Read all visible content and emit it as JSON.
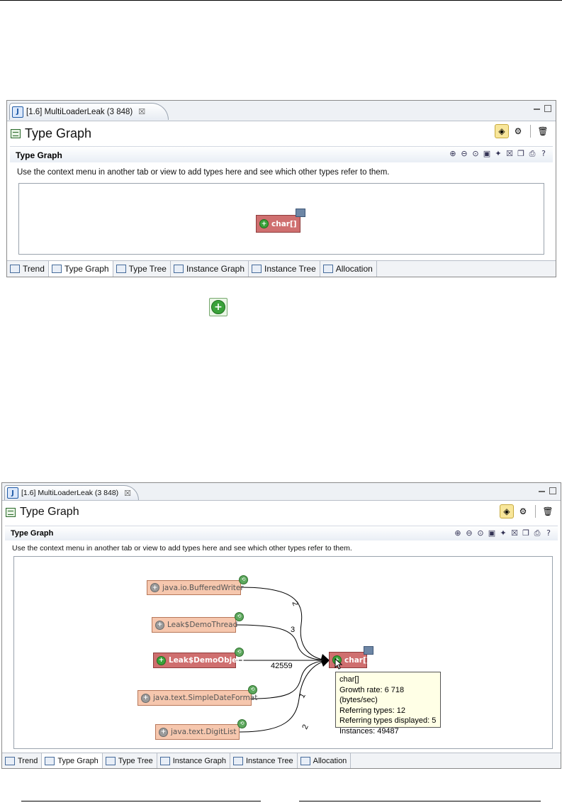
{
  "panel1": {
    "tab_title": "[1.6] MultiLoaderLeak (3 848)",
    "tab_close": "☒",
    "view_title": "Type Graph",
    "section_title": "Type Graph",
    "description": "Use the context menu in another tab or view to add types here and see which other types refer to them.",
    "node_label": "char[]",
    "bottom_tabs": [
      {
        "label": "Trend"
      },
      {
        "label": "Type Graph"
      },
      {
        "label": "Type Tree"
      },
      {
        "label": "Instance Graph"
      },
      {
        "label": "Instance Tree"
      },
      {
        "label": "Allocation"
      }
    ],
    "active_tab": "Type Graph"
  },
  "panel2": {
    "tab_title": "[1.6] MultiLoaderLeak (3 848)",
    "tab_close": "☒",
    "view_title": "Type Graph",
    "section_title": "Type Graph",
    "description": "Use the context menu in another tab or view to add types here and see which other types refer to them.",
    "target_node": "char[]",
    "referrers": [
      {
        "label": "java.io.BufferedWriter",
        "count": "2"
      },
      {
        "label": "Leak$DemoThread",
        "count": "3"
      },
      {
        "label": "Leak$DemoObject",
        "count": "42559"
      },
      {
        "label": "java.text.SimpleDateFormat",
        "count": "1"
      },
      {
        "label": "java.text.DigitList",
        "count": "2"
      }
    ],
    "tooltip": {
      "title": "char[]",
      "growth": "Growth rate: 6 718 (bytes/sec)",
      "referring": "Referring types: 12",
      "displayed": "Referring types displayed: 5",
      "instances": "Instances: 49487"
    },
    "bottom_tabs": [
      {
        "label": "Trend"
      },
      {
        "label": "Type Graph"
      },
      {
        "label": "Type Tree"
      },
      {
        "label": "Instance Graph"
      },
      {
        "label": "Instance Tree"
      },
      {
        "label": "Allocation"
      }
    ],
    "active_tab": "Type Graph"
  },
  "icons": {
    "app": "profiler-icon",
    "type_graph": "type-graph-icon",
    "add_type": "green-plus-icon",
    "trash": "trash-icon",
    "help": "help-icon"
  },
  "colors": {
    "node_red": "#cf6f6f",
    "node_peach": "#f6c7ae",
    "plus_green": "#3aa23a",
    "tooltip_bg": "#ffffe6"
  }
}
